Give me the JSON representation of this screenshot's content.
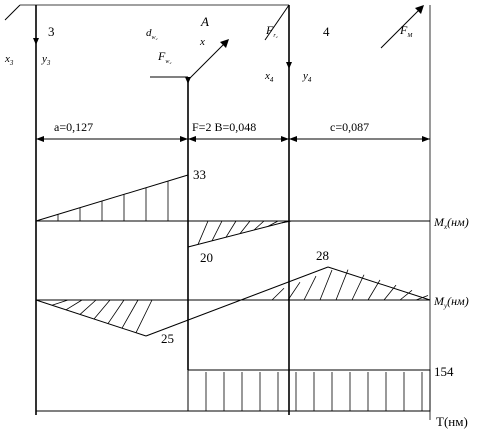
{
  "labels": {
    "node3": "3",
    "node4": "4",
    "A": "A",
    "x_top": "x",
    "x3": "x",
    "x3_sub": "3",
    "y3": "y",
    "y3_sub": "3",
    "x4": "x",
    "x4_sub": "4",
    "y4": "y",
    "y4_sub": "4",
    "d": "d",
    "d_sub": "w₂",
    "F_force": "F",
    "F_force_sub": "w₂",
    "F_top": "F",
    "F_top_sub": "r₂",
    "F_M": "F",
    "F_M_sub": "M"
  },
  "spans": {
    "a": "a=0,127",
    "b": "F=2 B=0,048",
    "c": "c=0,087"
  },
  "diagrams": {
    "Mx": {
      "axis_label": "M",
      "axis_sub": "x",
      "unit": "(нм)",
      "values": [
        {
          "text": "33",
          "value": 33
        },
        {
          "text": "20",
          "value": -20
        }
      ]
    },
    "My": {
      "axis_label": "M",
      "axis_sub": "y",
      "unit": "(нм)",
      "values": [
        {
          "text": "25",
          "value": -25
        },
        {
          "text": "28",
          "value": 28
        }
      ]
    },
    "T": {
      "axis_label": "T(нм)",
      "values": [
        {
          "text": "154",
          "value": 154
        }
      ]
    }
  }
}
